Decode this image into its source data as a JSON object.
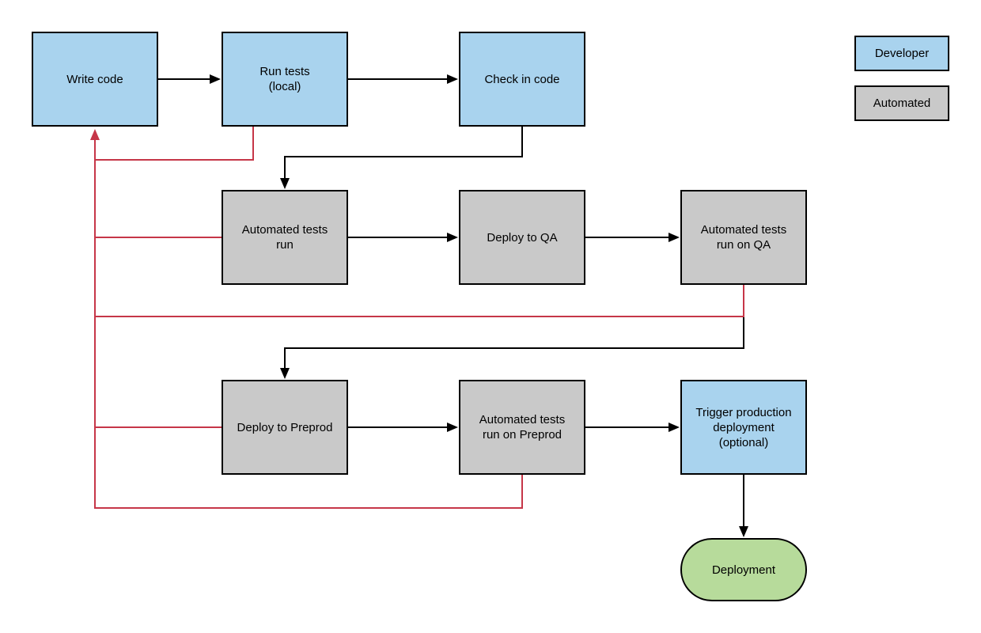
{
  "diagram": {
    "kind": "flowchart",
    "description": "CI/CD pipeline flow from writing code to deployment with failure loops back to writing code"
  },
  "nodes": {
    "write_code": {
      "label": "Write code",
      "actor": "developer"
    },
    "run_tests_local": {
      "label": "Run tests\n(local)",
      "actor": "developer"
    },
    "check_in_code": {
      "label": "Check in code",
      "actor": "developer"
    },
    "automated_tests_run": {
      "label": "Automated tests\nrun",
      "actor": "automated"
    },
    "deploy_to_qa": {
      "label": "Deploy to QA",
      "actor": "automated"
    },
    "automated_tests_run_on_qa": {
      "label": "Automated tests\nrun on QA",
      "actor": "automated"
    },
    "deploy_to_preprod": {
      "label": "Deploy to Preprod",
      "actor": "automated"
    },
    "automated_tests_run_on_preprod": {
      "label": "Automated tests\nrun on Preprod",
      "actor": "automated"
    },
    "trigger_production_deployment": {
      "label": "Trigger production\ndeployment\n(optional)",
      "actor": "developer"
    },
    "deployment": {
      "label": "Deployment",
      "actor": "terminal"
    }
  },
  "edges": {
    "success": [
      {
        "from": "write_code",
        "to": "run_tests_local"
      },
      {
        "from": "run_tests_local",
        "to": "check_in_code"
      },
      {
        "from": "check_in_code",
        "to": "automated_tests_run"
      },
      {
        "from": "automated_tests_run",
        "to": "deploy_to_qa"
      },
      {
        "from": "deploy_to_qa",
        "to": "automated_tests_run_on_qa"
      },
      {
        "from": "automated_tests_run_on_qa",
        "to": "deploy_to_preprod"
      },
      {
        "from": "deploy_to_preprod",
        "to": "automated_tests_run_on_preprod"
      },
      {
        "from": "automated_tests_run_on_preprod",
        "to": "trigger_production_deployment"
      },
      {
        "from": "trigger_production_deployment",
        "to": "deployment"
      }
    ],
    "failure": [
      {
        "from": "run_tests_local",
        "to": "write_code"
      },
      {
        "from": "automated_tests_run",
        "to": "write_code"
      },
      {
        "from": "automated_tests_run_on_qa",
        "to": "write_code"
      },
      {
        "from": "deploy_to_preprod",
        "to": "write_code"
      },
      {
        "from": "automated_tests_run_on_preprod",
        "to": "write_code"
      }
    ]
  },
  "legend": {
    "items": [
      {
        "label": "Developer",
        "color": "#a9d3ee"
      },
      {
        "label": "Automated",
        "color": "#c9c9c9"
      }
    ]
  },
  "colors": {
    "developer_fill": "#a9d3ee",
    "automated_fill": "#c9c9c9",
    "terminal_fill": "#b7db9b",
    "line": "#000000",
    "failure_line": "#c63648"
  }
}
